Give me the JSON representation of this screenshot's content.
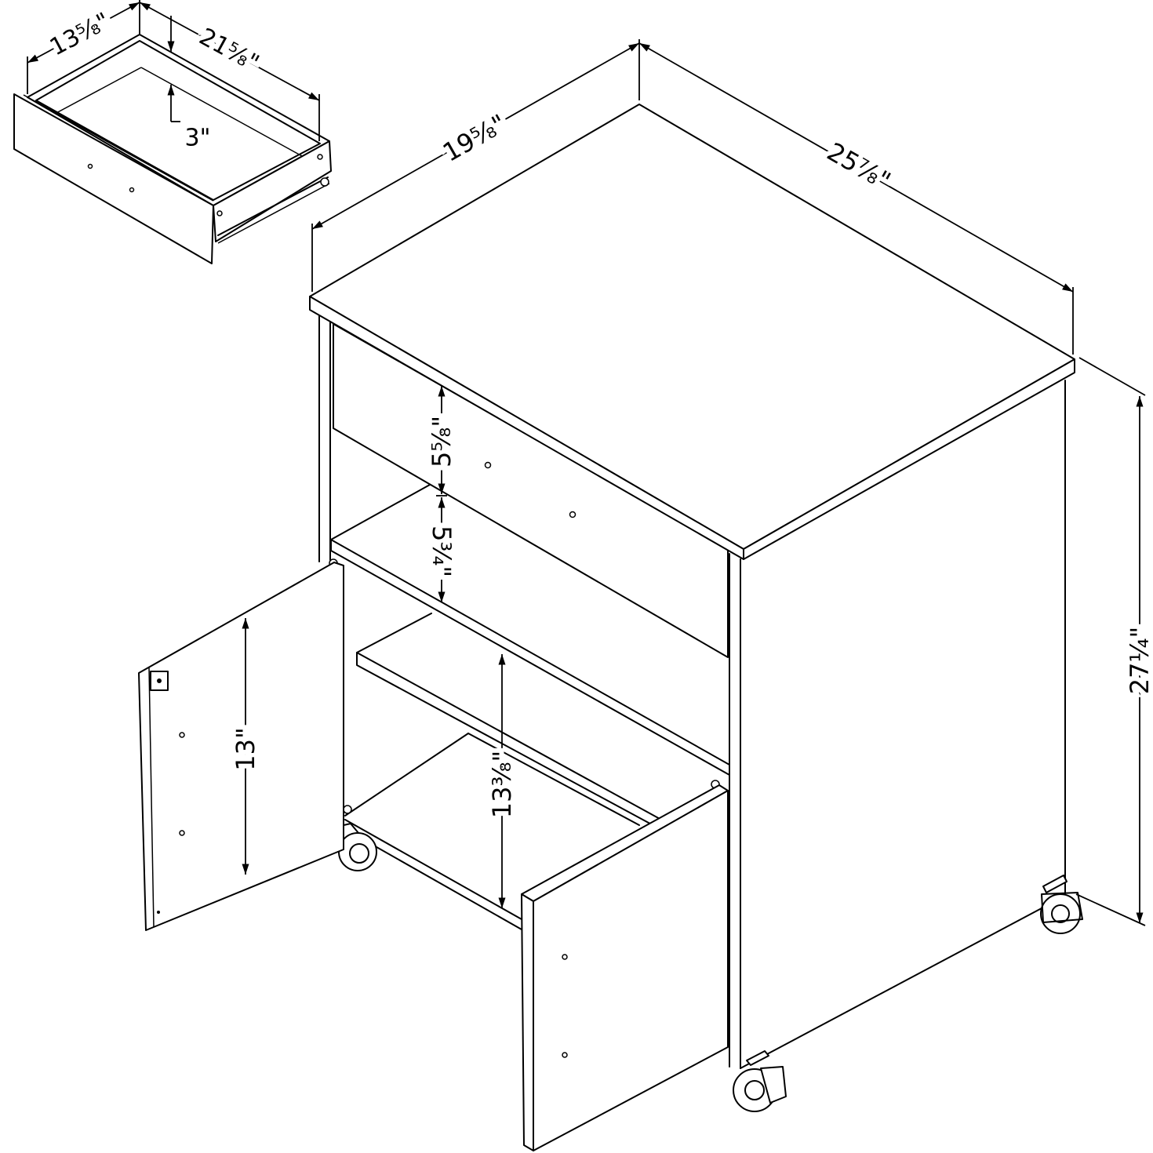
{
  "drawing": {
    "line_color": "#000000",
    "background_color": "#ffffff",
    "drawer": {
      "depth": "13⅝\"",
      "width": "21⅝\"",
      "height": "3\""
    },
    "cabinet": {
      "depth": "19⅝\"",
      "width": "25⅞\"",
      "height": "27¼\"",
      "drawer_opening": "5⅝\"",
      "shelf_gap": "5¾\"",
      "door_height": "13\"",
      "lower_compartment": "13⅜\""
    }
  }
}
